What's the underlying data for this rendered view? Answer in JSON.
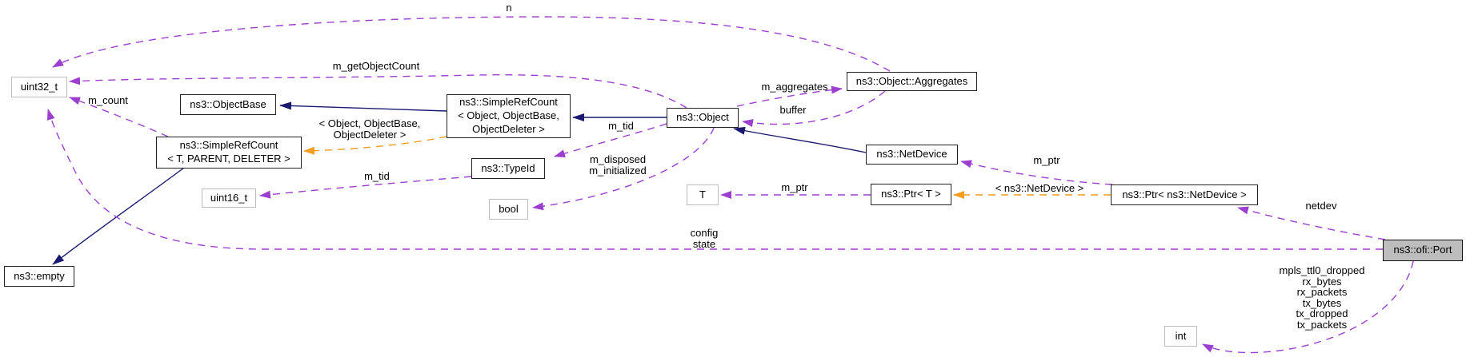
{
  "colors": {
    "usage": "#9c3fd0",
    "template_edge": "#f39c1f",
    "inheritance": "#191970",
    "node_border": "#222222",
    "builtin_border": "#bdbdbd",
    "focus_fill": "#bdbdbd",
    "background": "#ffffff"
  },
  "nodes": {
    "uint32_t": {
      "label": "uint32_t"
    },
    "object_base": {
      "label": "ns3::ObjectBase"
    },
    "simple_ref_count_object": {
      "line1": "ns3::SimpleRefCount",
      "line2": "< Object, ObjectBase,",
      "line3": "ObjectDeleter >"
    },
    "simple_ref_count_t": {
      "line1": "ns3::SimpleRefCount",
      "line2": "< T, PARENT, DELETER >"
    },
    "uint16_t": {
      "label": "uint16_t"
    },
    "type_id": {
      "label": "ns3::TypeId"
    },
    "bool": {
      "label": "bool"
    },
    "object": {
      "label": "ns3::Object"
    },
    "aggregates": {
      "label": "ns3::Object::Aggregates"
    },
    "net_device": {
      "label": "ns3::NetDevice"
    },
    "t": {
      "label": "T"
    },
    "ptr_t": {
      "label": "ns3::Ptr< T >"
    },
    "ptr_net_device": {
      "label": "ns3::Ptr< ns3::NetDevice >"
    },
    "empty": {
      "label": "ns3::empty"
    },
    "ofi_port": {
      "label": "ns3::ofi::Port"
    },
    "int": {
      "label": "int"
    }
  },
  "edge_labels": {
    "n": "n",
    "m_get_object_count": "m_getObjectCount",
    "m_count": "m_count",
    "template_src_line1": "< Object, ObjectBase,",
    "template_src_line2": "ObjectDeleter >",
    "m_tid_object": "m_tid",
    "m_disposed": "m_disposed",
    "m_initialized": "m_initialized",
    "m_tid_typeid": "m_tid",
    "m_aggregates": "m_aggregates",
    "buffer": "buffer",
    "m_ptr_t": "m_ptr",
    "m_ptr_net_device": "m_ptr",
    "template_ptr": "< ns3::NetDevice >",
    "netdev": "netdev",
    "config": "config",
    "state": "state",
    "counters": [
      "mpls_ttl0_dropped",
      "rx_bytes",
      "rx_packets",
      "tx_bytes",
      "tx_dropped",
      "tx_packets"
    ]
  }
}
